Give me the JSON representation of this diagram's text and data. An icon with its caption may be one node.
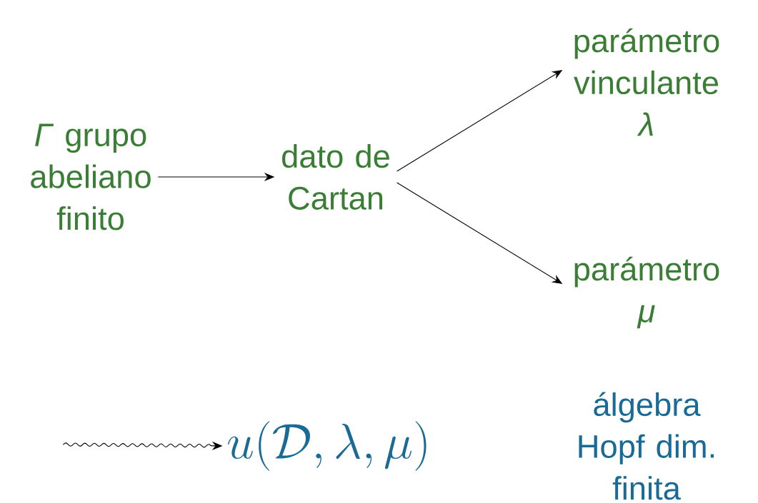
{
  "diagram": {
    "nodes": [
      {
        "text": [
          "*Γ* grupo abeliano finito"
        ]
      },
      {
        "text": [
          "dato de Cartan"
        ]
      },
      {
        "text": [
          "parámetro vinculante *λ*"
        ]
      },
      {
        "text": [
          "parámetro *μ*"
        ]
      },
      {
        "text": [
          "u(\\mathcal{D}, \\lambda, \\mu)"
        ]
      },
      {
        "text": [
          "álgebra Hopf dim. finita"
        ]
      }
    ],
    "edges": [
      {
        "from": 0,
        "to": 1,
        "arrow": "to"
      },
      {
        "from": 1,
        "to": 2,
        "arrow": "to"
      },
      {
        "from": 1,
        "to": 3,
        "arrow": "to"
      },
      {
        "from": null,
        "to": 4,
        "arrow": "to"
      }
    ]
  }
}
